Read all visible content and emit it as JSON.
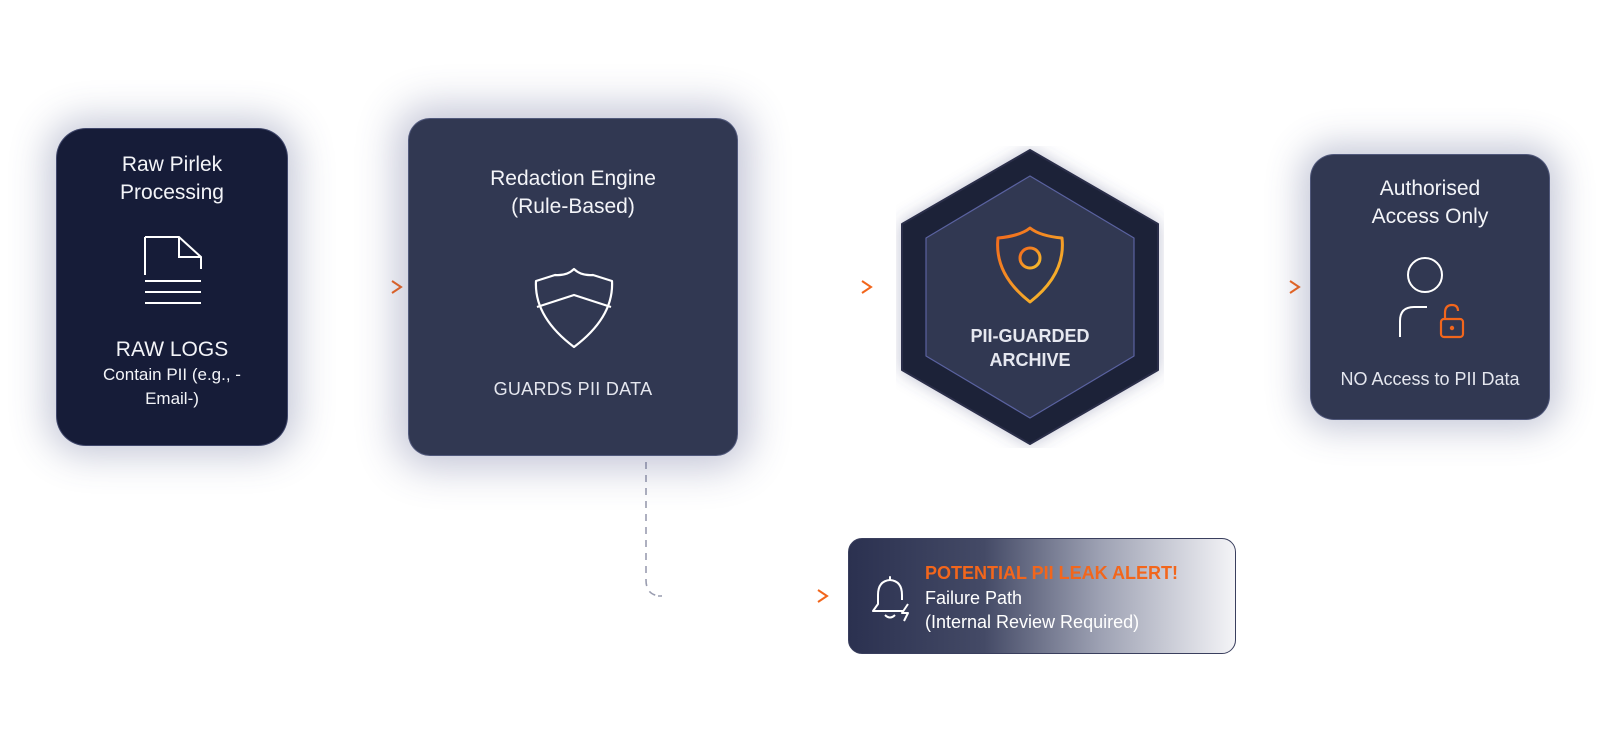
{
  "nodes": {
    "raw": {
      "title_line1": "Raw Pirlek",
      "title_line2": "Processing",
      "label": "RAW LOGS",
      "sub_line1": "Contain PII (e.g., -",
      "sub_line2": "Email-)",
      "icon": "document-icon"
    },
    "engine": {
      "title_line1": "Redaction Engine",
      "title_line2": "(Rule-Based)",
      "label": "GUARDS PII DATA",
      "icon": "shield-icon"
    },
    "archive": {
      "label_line1": "PII-GUARDED",
      "label_line2": "ARCHIVE",
      "icon": "shield-search-icon"
    },
    "access": {
      "title_line1": "Authorised",
      "title_line2": "Access Only",
      "label": "NO Access to PII Data",
      "icon": "user-unlock-icon"
    }
  },
  "alert": {
    "title": "POTENTIAL PII LEAK ALERT!",
    "line1": "Failure Path",
    "line2": "(Internal Review Required)",
    "icon": "bell-alert-icon"
  },
  "colors": {
    "dark_navy": "#161c38",
    "slate": "#313852",
    "hex_outer": "#1d2137",
    "accent_orange": "#f2661c",
    "accent_yellow": "#f7c22e",
    "connector_start": "#5c64a3"
  }
}
